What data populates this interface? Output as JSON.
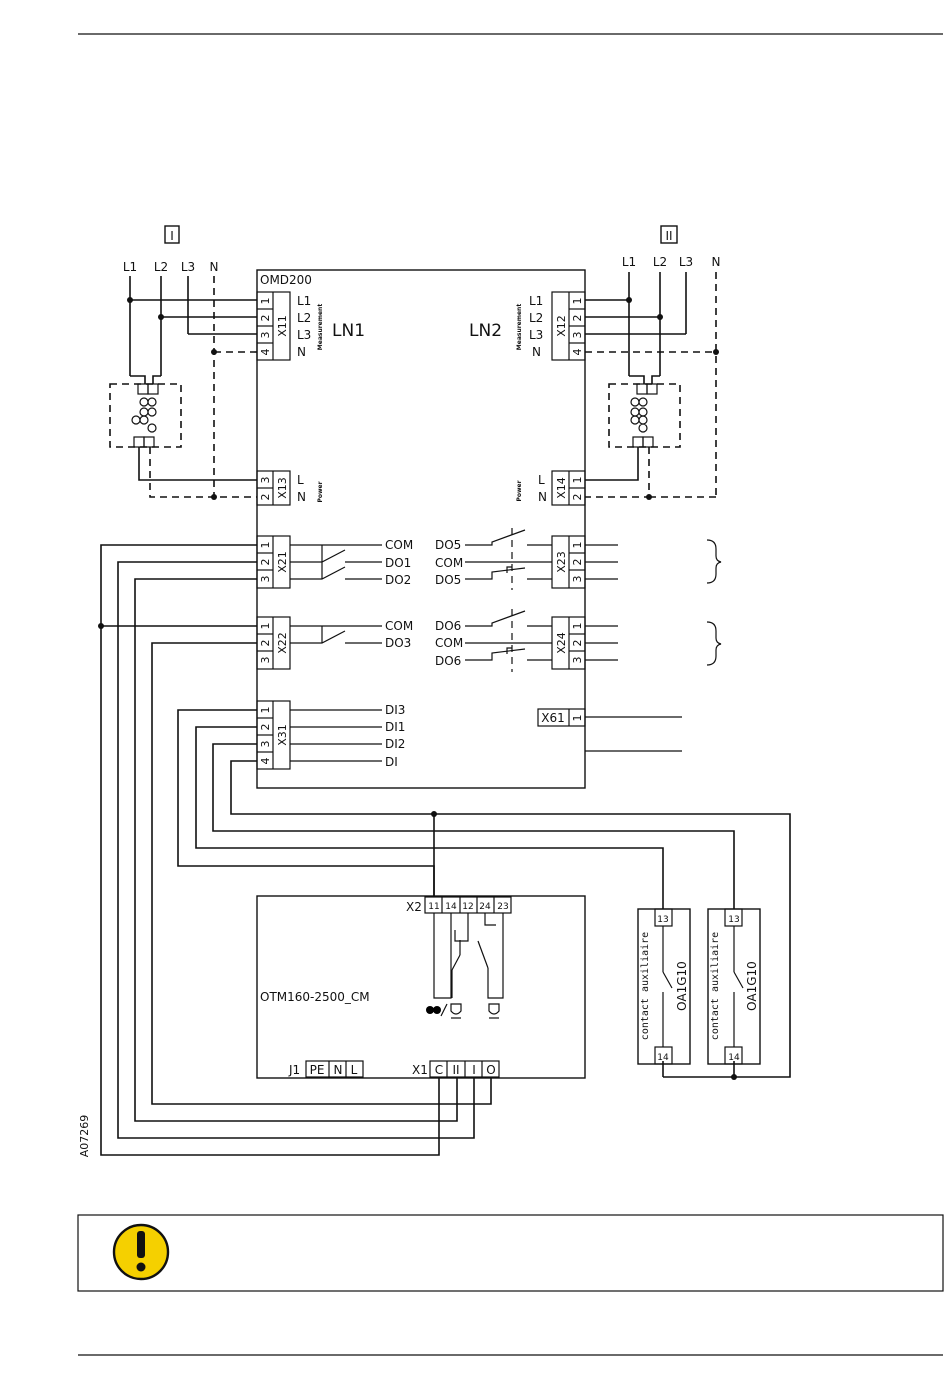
{
  "page": {
    "figure_id": "A07269"
  },
  "diagram": {
    "source_labels": [
      "I",
      "II"
    ],
    "phases": [
      "L1",
      "L2",
      "L3",
      "N"
    ],
    "controller": {
      "name": "OMD200",
      "ln1": "LN1",
      "ln2": "LN2",
      "measurement": "Measurement",
      "power": "Power",
      "x11": {
        "name": "X11",
        "pins": [
          "1",
          "2",
          "3",
          "4"
        ],
        "labels": [
          "L1",
          "L2",
          "L3",
          "N"
        ]
      },
      "x12": {
        "name": "X12",
        "pins": [
          "1",
          "2",
          "3",
          "4"
        ],
        "labels": [
          "L1",
          "L2",
          "L3",
          "N"
        ]
      },
      "x13": {
        "name": "X13",
        "pins": [
          "3",
          "2"
        ],
        "labels": [
          "L",
          "N"
        ]
      },
      "x14": {
        "name": "X14",
        "pins": [
          "1",
          "2"
        ],
        "labels": [
          "L",
          "N"
        ]
      },
      "x21": {
        "name": "X21",
        "pins": [
          "1",
          "2",
          "3"
        ],
        "labels": [
          "COM",
          "DO1",
          "DO2"
        ]
      },
      "x22": {
        "name": "X22",
        "pins": [
          "1",
          "2",
          "3"
        ],
        "labels": [
          "COM",
          "DO3"
        ]
      },
      "x23": {
        "name": "X23",
        "pins": [
          "1",
          "2",
          "3"
        ],
        "labels": [
          "DO5",
          "COM",
          "DO5"
        ]
      },
      "x24": {
        "name": "X24",
        "pins": [
          "1",
          "2",
          "3"
        ],
        "labels": [
          "DO6",
          "COM",
          "DO6"
        ]
      },
      "x31": {
        "name": "X31",
        "pins": [
          "1",
          "2",
          "3",
          "4"
        ],
        "labels": [
          "DI3",
          "DI1",
          "DI2",
          "DI"
        ]
      },
      "x61": {
        "name": "X61",
        "pins": [
          "1"
        ]
      }
    },
    "operator": {
      "name": "OTM160-2500_CM",
      "x2": {
        "name": "X2",
        "pins": [
          "11",
          "14",
          "12",
          "24",
          "23"
        ]
      },
      "j1": {
        "name": "J1",
        "pins": [
          "PE",
          "N",
          "L"
        ]
      },
      "x1": {
        "name": "X1",
        "pins": [
          "C",
          "II",
          "I",
          "O"
        ]
      }
    },
    "aux_contacts": [
      {
        "text": "contact auxiliaire",
        "code": "OA1G10",
        "top": "13",
        "bottom": "14"
      },
      {
        "text": "contact auxiliaire",
        "code": "OA1G10",
        "top": "13",
        "bottom": "14"
      }
    ]
  },
  "notice": {
    "icon": "warning-exclamation-icon",
    "icon_color": "#f5d000",
    "text": ""
  }
}
